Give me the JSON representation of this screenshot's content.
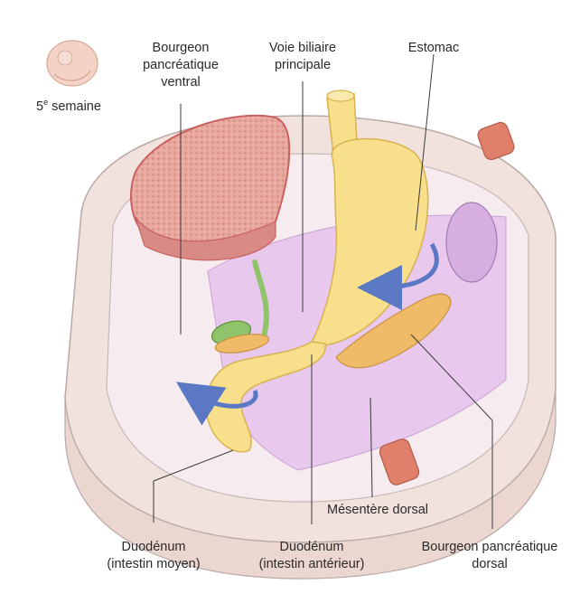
{
  "embryo": {
    "label_lines": [
      "5",
      "e",
      " semaine"
    ]
  },
  "labels": {
    "bourgeon_ventral": [
      "Bourgeon",
      "pancréatique",
      "ventral"
    ],
    "voie_biliaire": [
      "Voie biliaire",
      "principale"
    ],
    "estomac": [
      "Estomac"
    ],
    "mesentere": [
      "Mésentère dorsal"
    ],
    "duodenum_moyen": [
      "Duodénum",
      "(intestin moyen)"
    ],
    "duodenum_anterieur": [
      "Duodénum",
      "(intestin antérieur)"
    ],
    "bourgeon_dorsal": [
      "Bourgeon pancréatique",
      "dorsal"
    ]
  },
  "colors": {
    "body_wall": "#f1e2dd",
    "cavity": "#ead9ee",
    "mesentery": "#e9c8ee",
    "liver": "#e8a79f",
    "liver_edge": "#c9625e",
    "gut": "#f7df8c",
    "gut_edge": "#d9b24d",
    "pancreas": "#efbb68",
    "gallbladder": "#8fc46a",
    "aorta": "#e0806a",
    "kidney": "#d7aee0",
    "arrow": "#5b78c4"
  }
}
